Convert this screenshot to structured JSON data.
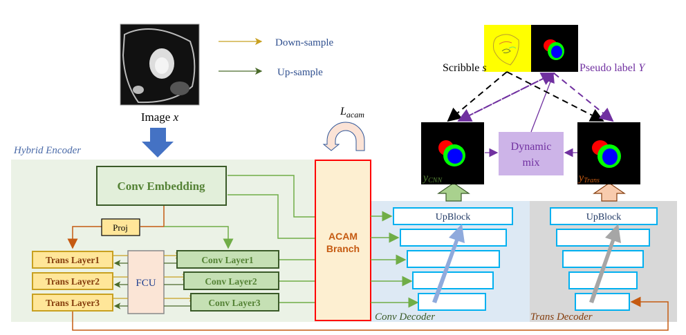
{
  "legend": {
    "down_sample": "Down-sample",
    "up_sample": "Up-sample",
    "down_color": "#c8a020",
    "up_color": "#4a6a2a"
  },
  "input": {
    "label_prefix": "Image ",
    "label_var": "x"
  },
  "loss": {
    "main": "L",
    "sub": "acam"
  },
  "encoder": {
    "title": "Hybrid Encoder",
    "conv_embedding": "Conv Embedding",
    "proj": "Proj",
    "fcu": "FCU",
    "trans_layers": [
      "Trans Layer1",
      "Trans Layer2",
      "Trans Layer3"
    ],
    "conv_layers": [
      "Conv Layer1",
      "Conv Layer2",
      "Conv Layer3"
    ]
  },
  "acam": {
    "line1": "ACAM",
    "line2": "Branch"
  },
  "conv_decoder": {
    "title": "Conv Decoder",
    "top_block": "UpBlock"
  },
  "trans_decoder": {
    "title": "Trans Decoder",
    "top_block": "UpBlock"
  },
  "supervision": {
    "scribble_prefix": "Scribble ",
    "scribble_var": "s",
    "pseudo_prefix": "Pseudo label ",
    "pseudo_var": "Y",
    "dynamic_line1": "Dynamic",
    "dynamic_line2": "mix",
    "y_cnn_main": "y",
    "y_cnn_sub": "CNN",
    "y_trans_main": "y",
    "y_trans_sub": "Trans"
  },
  "colors": {
    "encoder_bg": "#ebf2e6",
    "conv_decoder_bg": "#dde9f4",
    "trans_decoder_bg": "#d8d8d8",
    "acam_border": "#ff0000",
    "acam_fill": "#fdefd1",
    "acam_text": "#c55a11",
    "conv_green": "#548235",
    "trans_brown": "#843c0c",
    "purple": "#7030a0",
    "block_blue": "#00b0f0"
  }
}
